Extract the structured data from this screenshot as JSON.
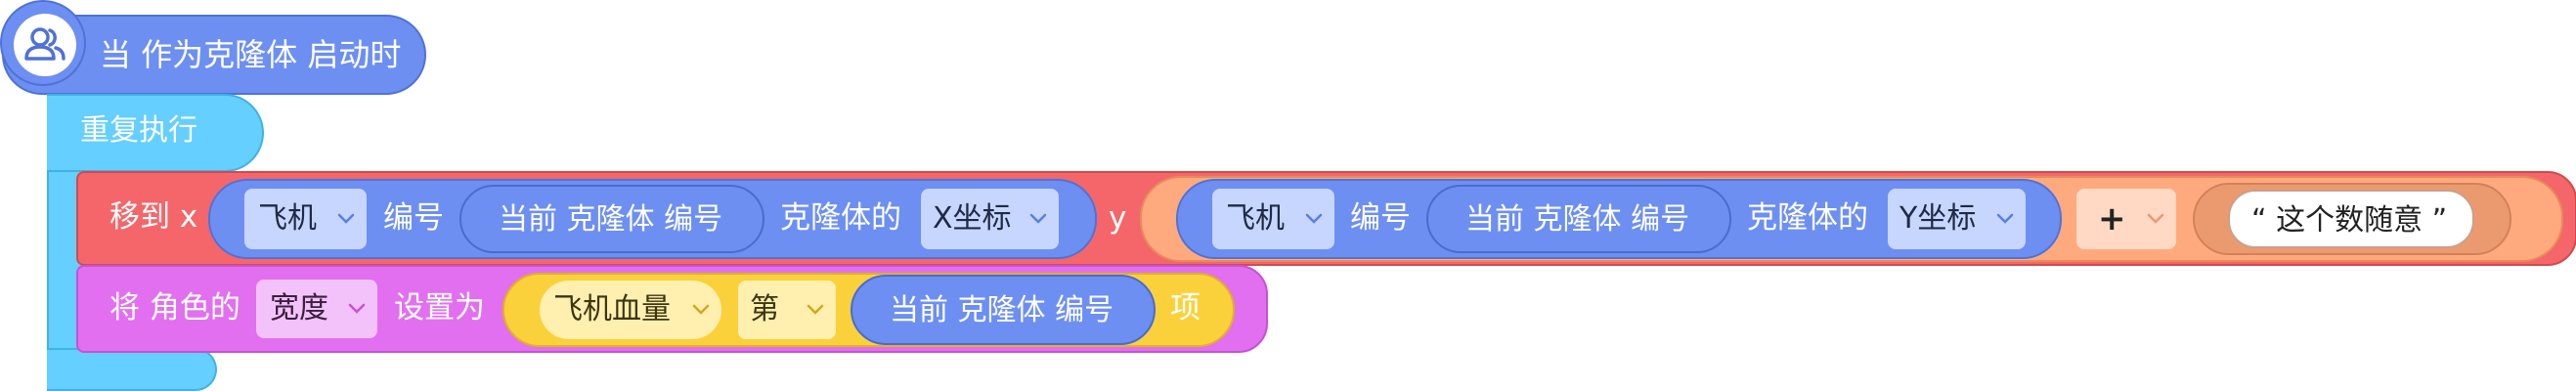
{
  "hat": {
    "label": "当 作为克隆体 启动时",
    "icon": "users-icon"
  },
  "forever": {
    "label": "重复执行"
  },
  "move_block": {
    "label_prefix": "移到 x",
    "label_y": "y",
    "x_expr": {
      "object_dropdown": "飞机",
      "index_label": "编号",
      "index_reporter": "当前 克隆体 编号",
      "clone_of_label": "克隆体的",
      "property_dropdown": "X坐标"
    },
    "y_expr": {
      "object_dropdown": "飞机",
      "index_label": "编号",
      "index_reporter": "当前 克隆体 编号",
      "clone_of_label": "克隆体的",
      "property_dropdown": "Y坐标",
      "operator_dropdown": "+",
      "string_value": "“ 这个数随意 ”"
    }
  },
  "set_block": {
    "label_prefix": "将 角色的",
    "attribute_dropdown": "宽度",
    "label_set": "设置为",
    "list_expr": {
      "list_dropdown": "飞机血量",
      "nth_dropdown": "第",
      "index_reporter": "当前 克隆体 编号",
      "suffix": "项"
    }
  },
  "colors": {
    "events": "#6d8ff2",
    "control": "#65cfff",
    "motion": "#f4666a",
    "looks": "#e26ff0",
    "operators": "#ffaa7e",
    "lists": "#fbd13b"
  }
}
